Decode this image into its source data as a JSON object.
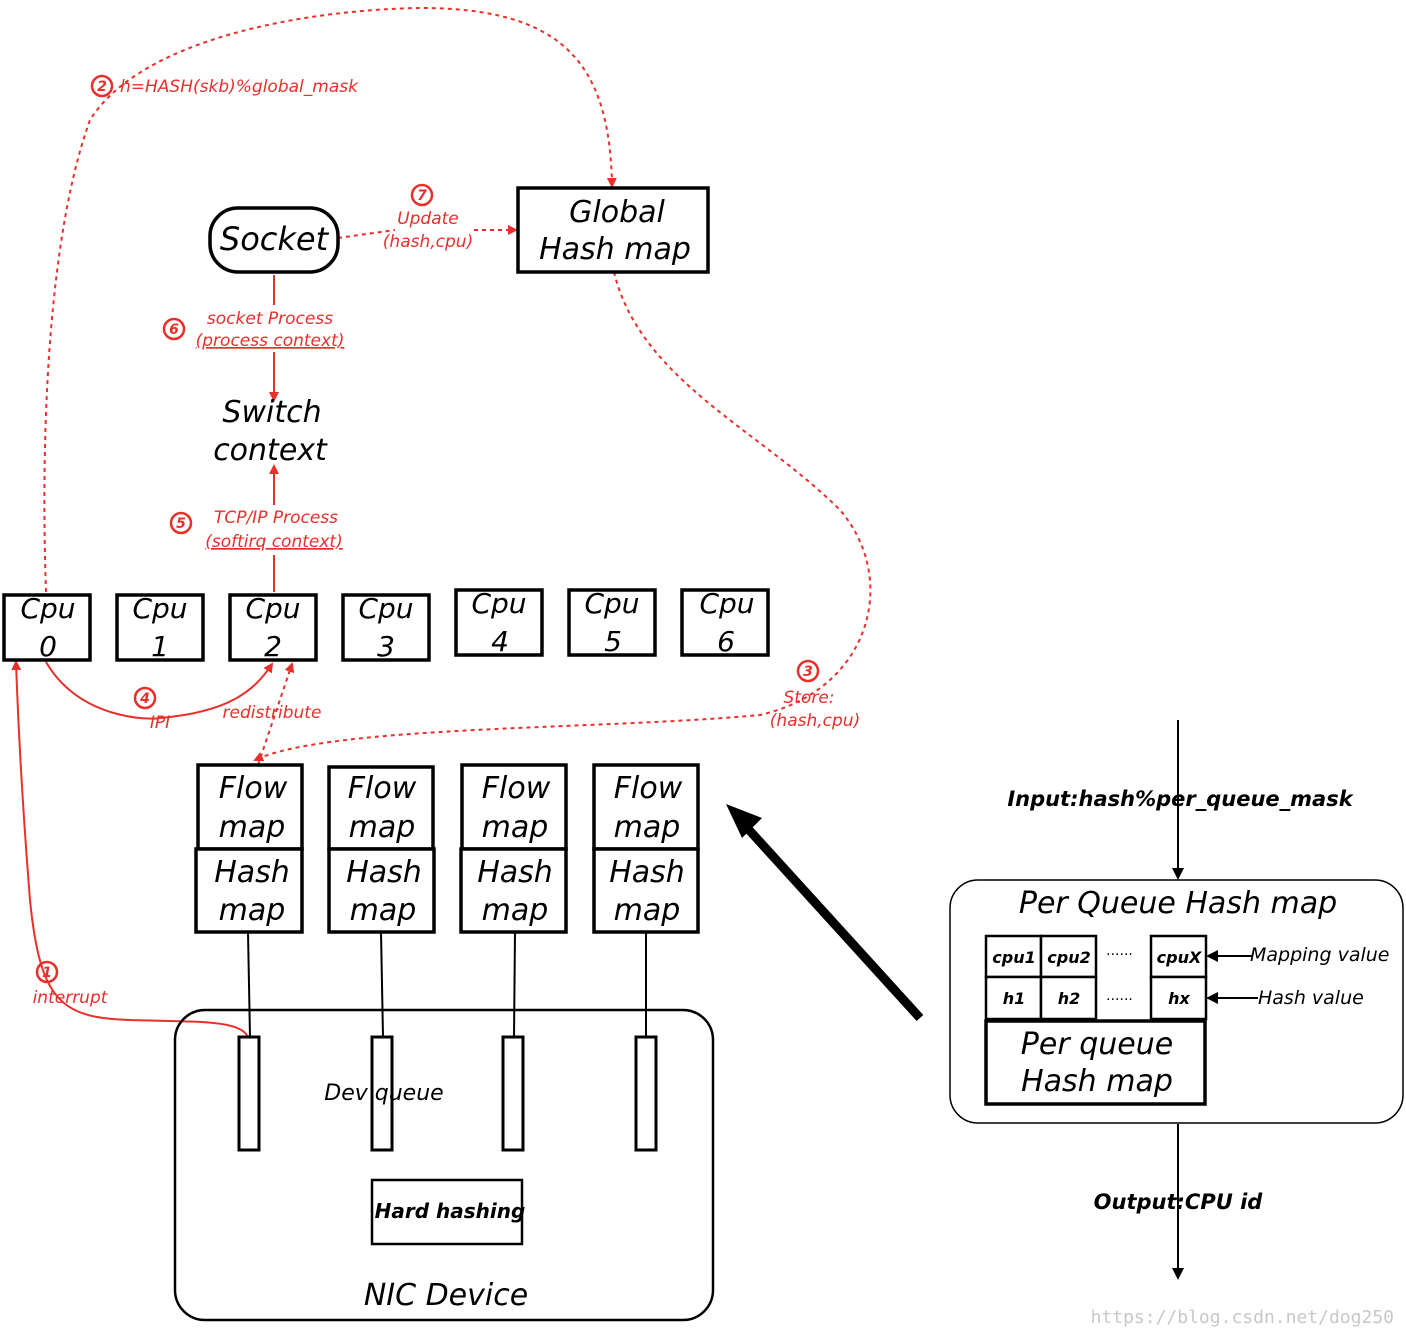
{
  "socket": "Socket",
  "global_map": [
    "Global",
    "Hash map"
  ],
  "switch_ctx": [
    "Switch",
    "context"
  ],
  "cpus": [
    {
      "name": "Cpu",
      "id": "0"
    },
    {
      "name": "Cpu",
      "id": "1"
    },
    {
      "name": "Cpu",
      "id": "2"
    },
    {
      "name": "Cpu",
      "id": "3"
    },
    {
      "name": "Cpu",
      "id": "4"
    },
    {
      "name": "Cpu",
      "id": "5"
    },
    {
      "name": "Cpu",
      "id": "6"
    }
  ],
  "flow_map": [
    "Flow",
    "map"
  ],
  "hash_map": [
    "Hash",
    "map"
  ],
  "dev_queue": "Dev queue",
  "hard_hashing": "Hard hashing",
  "nic_device": "NIC Device",
  "steps": {
    "s2": {
      "num": "2",
      "text": "h=HASH(skb)%global_mask"
    },
    "s7": {
      "num": "7",
      "line1": "Update",
      "line2": "(hash,cpu)"
    },
    "s6": {
      "num": "6",
      "line1": "socket Process",
      "line2": "(process context)"
    },
    "s5": {
      "num": "5",
      "line1": "TCP/IP Process",
      "line2": "(softirq context)"
    },
    "s4": {
      "num": "4",
      "ipi": "IPI",
      "redistribute": "redistribute"
    },
    "s3": {
      "num": "3",
      "line1": "Store:",
      "line2": "(hash,cpu)"
    },
    "s1": {
      "num": "1",
      "text": "interrupt"
    }
  },
  "per_queue": {
    "input": "Input:hash%per_queue_mask",
    "title": "Per Queue Hash map",
    "cells_top": [
      "cpu1",
      "cpu2",
      "......",
      "cpuX"
    ],
    "cells_bottom": [
      "h1",
      "h2",
      "......",
      "hx"
    ],
    "mapping_label": "Mapping value",
    "hash_label": "Hash value",
    "inner_title": [
      "Per queue",
      "Hash map"
    ],
    "output": "Output:CPU id"
  },
  "watermark": "https://blog.csdn.net/dog250"
}
